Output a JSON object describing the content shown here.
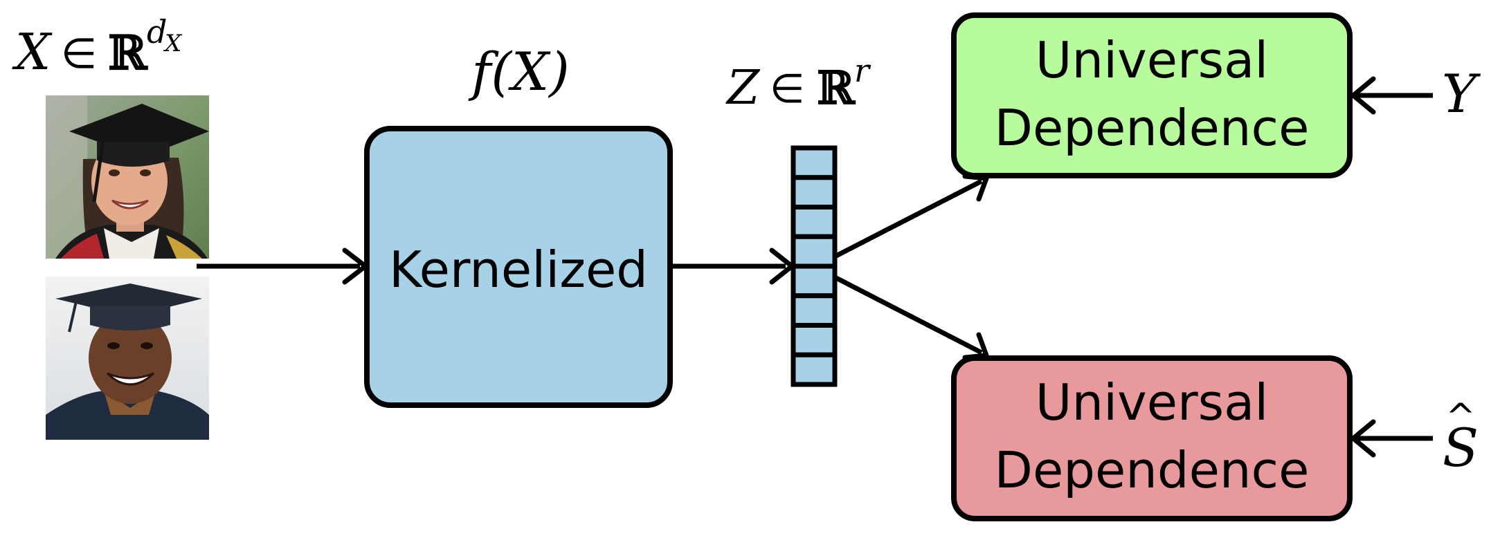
{
  "colors": {
    "encoder_fill": "#a6d1e6",
    "target_fill": "#b7fb9d",
    "sensitive_fill": "#e8999b",
    "vector_fill": "#a6d1e6",
    "stroke": "#000000"
  },
  "input": {
    "label_var": "X",
    "label_in": "∈",
    "label_space": "ℝ",
    "label_exp": "d",
    "label_exp_sub": "X",
    "photos": [
      {
        "name": "graduate-woman-photo"
      },
      {
        "name": "graduate-man-photo"
      }
    ]
  },
  "encoder": {
    "func_label": "f(X)",
    "box_label": "Kernelized"
  },
  "latent": {
    "label_var": "Z",
    "label_in": "∈",
    "label_space": "ℝ",
    "label_exp": "r",
    "cells": 8
  },
  "target_block": {
    "line1": "Universal",
    "line2": "Dependence",
    "input_label": "Y"
  },
  "sensitive_block": {
    "line1": "Universal",
    "line2": "Dependence",
    "input_label_hat": "^",
    "input_label": "S"
  }
}
